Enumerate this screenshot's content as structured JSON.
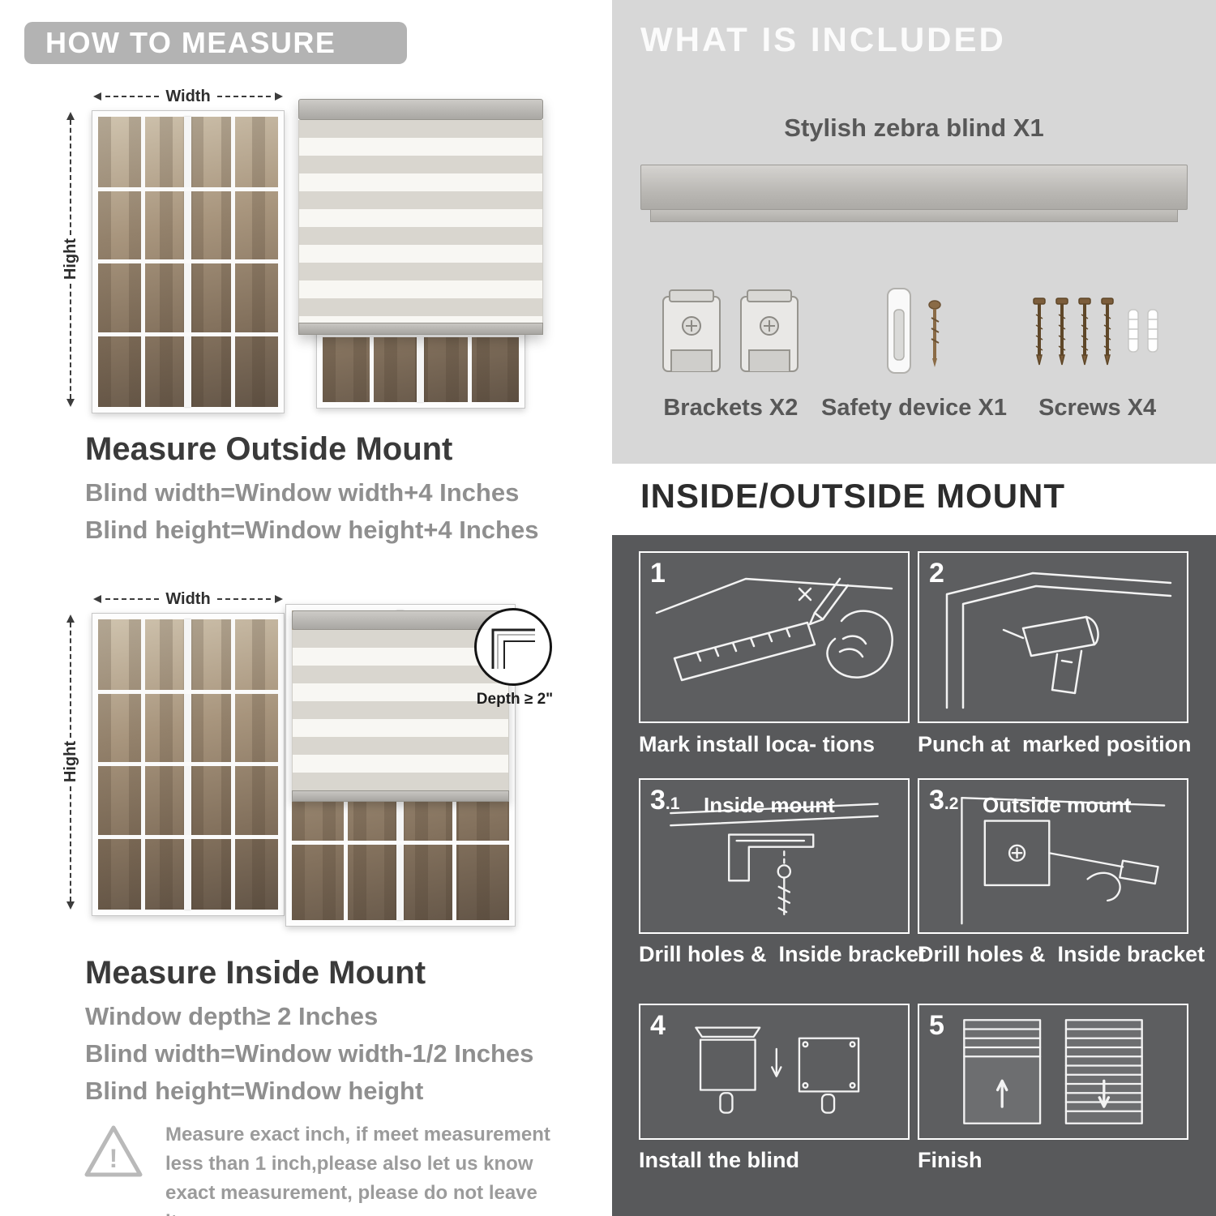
{
  "colors": {
    "panel_light": "#d7d7d7",
    "panel_dark": "#58595b",
    "banner_gray": "#b3b3b3",
    "heading_dark": "#3a3a3a",
    "subtext_gray": "#8f8f8f"
  },
  "left": {
    "banner": "HOW TO MEASURE",
    "outside": {
      "width_label": "Width",
      "height_label": "Hight",
      "title": "Measure Outside Mount",
      "line1": "Blind width=Window width+4 Inches",
      "line2": "Blind height=Window height+4 Inches"
    },
    "inside": {
      "width_label": "Width",
      "height_label": "Hight",
      "depth_callout": "Depth ≥ 2\"",
      "title": "Measure Inside Mount",
      "line1": "Window depth≥ 2 Inches",
      "line2": "Blind width=Window width-1/2 Inches",
      "line3": "Blind height=Window height"
    },
    "note": {
      "text": "Measure exact inch, if meet measurement less than 1 inch,please also let us know exact measurement, please do not leave it"
    }
  },
  "included": {
    "header": "WHAT IS INCLUDED",
    "blind_title": "Stylish zebra blind X1",
    "items": [
      {
        "label": "Brackets X2"
      },
      {
        "label": "Safety device X1"
      },
      {
        "label": "Screws X4"
      }
    ]
  },
  "mount": {
    "header": "INSIDE/OUTSIDE MOUNT",
    "steps": [
      {
        "num": "1",
        "sub": "",
        "tag": "",
        "caption": "Mark install loca- tions"
      },
      {
        "num": "2",
        "sub": "",
        "tag": "",
        "caption": "Punch at  marked position"
      },
      {
        "num": "3",
        "sub": ".1",
        "tag": "Inside mount",
        "caption": "Drill holes &  Inside bracket"
      },
      {
        "num": "3",
        "sub": ".2",
        "tag": "Outside mount",
        "caption": "Drill holes &  Inside bracket"
      },
      {
        "num": "4",
        "sub": "",
        "tag": "",
        "caption": "Install the blind"
      },
      {
        "num": "5",
        "sub": "",
        "tag": "",
        "caption": "Finish"
      }
    ]
  }
}
